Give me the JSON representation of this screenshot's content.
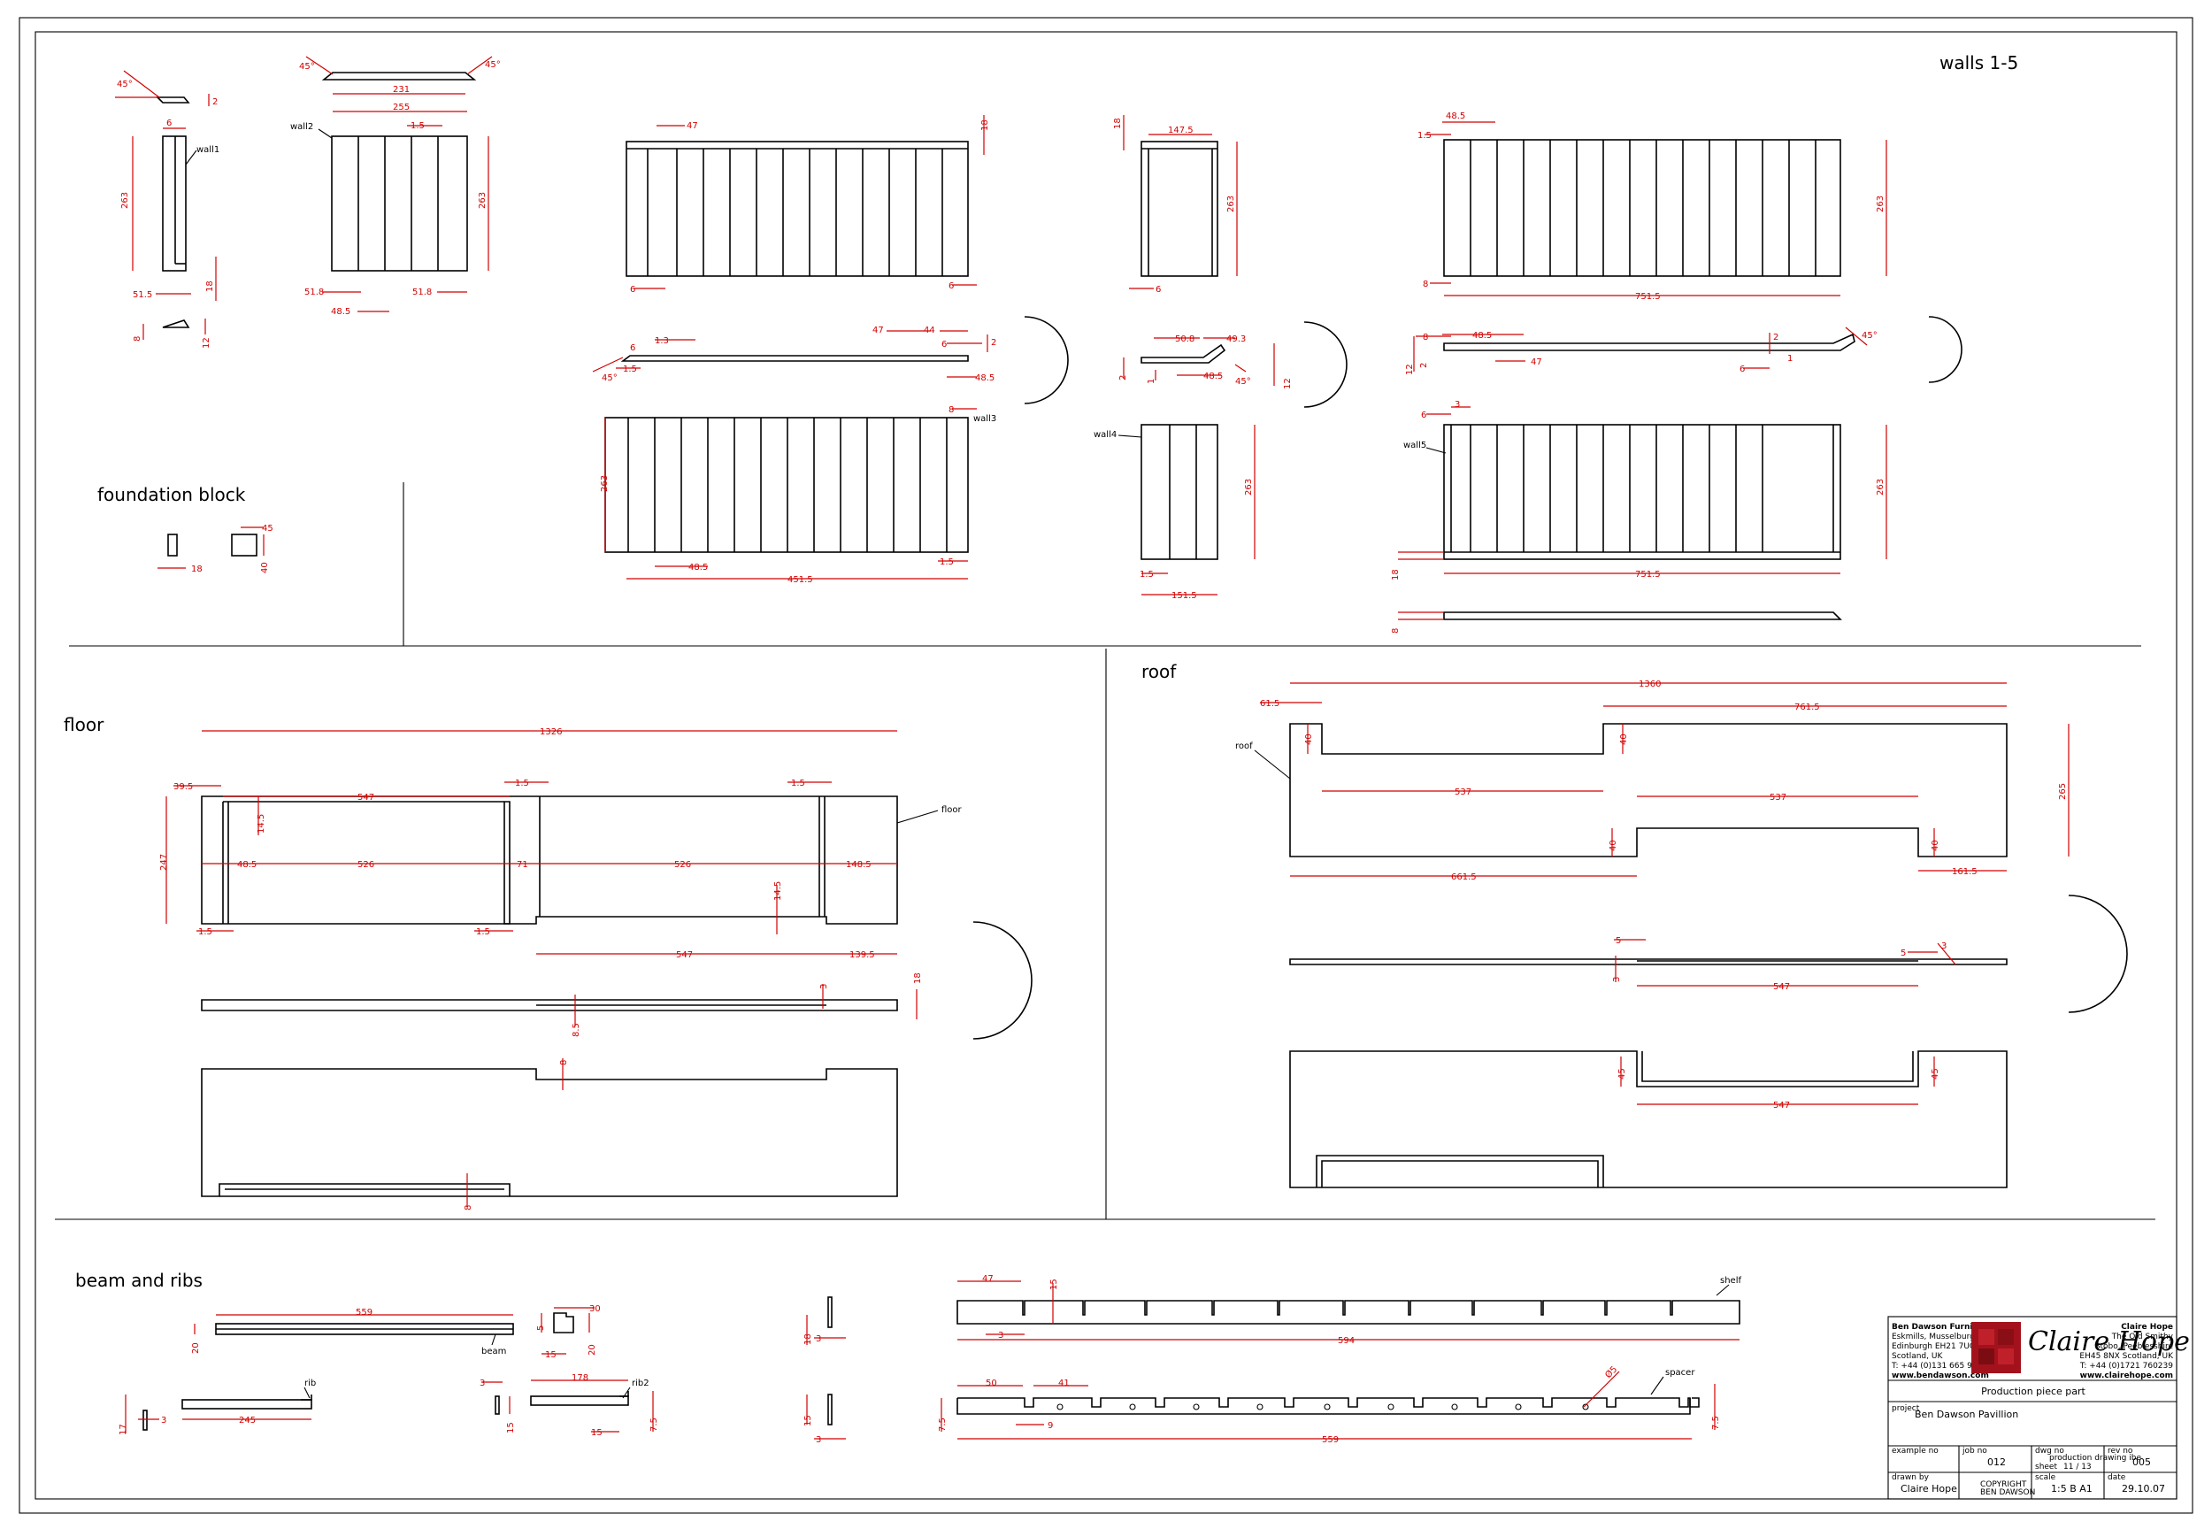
{
  "sections": {
    "walls": "walls 1-5",
    "foundation": "foundation block",
    "floor": "floor",
    "roof": "roof",
    "beam": "beam and ribs"
  },
  "part_labels": {
    "wall1": "wall1",
    "wall2": "wall2",
    "wall3": "wall3",
    "wall4": "wall4",
    "wall5": "wall5",
    "floor": "floor",
    "roof": "roof",
    "beam": "beam",
    "rib": "rib",
    "rib2": "rib2",
    "shelf": "shelf",
    "spacer": "spacer"
  },
  "dimensions": {
    "w1_263": "263",
    "w1_6": "6",
    "w1_515": "51.5",
    "w1_18": "18",
    "w1_8": "8",
    "w1_12": "12",
    "w1_45": "45°",
    "w1_2": "2",
    "w2_231": "231",
    "w2_255": "255",
    "w2_15": "1.5",
    "w2_263": "263",
    "w2_518a": "51.8",
    "w2_485": "48.5",
    "w2_518b": "51.8",
    "w2_45a": "45°",
    "w2_45b": "45°",
    "w3_47": "47",
    "w3_18": "18",
    "w3_6a": "6",
    "w3_6b": "6",
    "w3_1_3": "1.3",
    "w3_15a": "1.5",
    "w3_47b": "47",
    "w3_44": "44",
    "w3_485a": "48.5",
    "w3_6c": "6",
    "w3_2": "2",
    "w3_45": "45°",
    "w3_8": "8",
    "w3_263": "263",
    "w3_485b": "48.5",
    "w3_15b": "1.5",
    "w3_4515": "451.5",
    "w4_1475": "147.5",
    "w4_18": "18",
    "w4_263": "263",
    "w4_6": "6",
    "w4_508": "50.8",
    "w4_493": "49.3",
    "w4_485": "48.5",
    "w4_2": "2",
    "w4_1": "1",
    "w4_12": "12",
    "w4_45": "45°",
    "w4_263b": "263",
    "w4_15": "1.5",
    "w4_1515": "151.5",
    "w5_485a": "48.5",
    "w5_15": "1.5",
    "w5_263": "263",
    "w5_8": "8",
    "w5_7515a": "751.5",
    "w5_8b": "8",
    "w5_485b": "48.5",
    "w5_12": "12",
    "w5_2": "2",
    "w5_47": "47",
    "w5_6": "6",
    "w5_1": "1",
    "w5_45": "45°",
    "w5_3": "3",
    "w5_6b": "6",
    "w5_263b": "263",
    "w5_18": "18",
    "w5_7515b": "751.5",
    "w5_8c": "8",
    "fb_45": "45",
    "fb_40": "40",
    "fb_18": "18",
    "fl_1326": "1326",
    "fl_395": "39.5",
    "fl_15a": "1.5",
    "fl_15b": "1.5",
    "fl_547a": "547",
    "fl_145a": "14.5",
    "fl_247": "247",
    "fl_485": "48.5",
    "fl_526a": "526",
    "fl_71": "71",
    "fl_526b": "526",
    "fl_1485": "148.5",
    "fl_145b": "14.5",
    "fl_15c": "1.5",
    "fl_15d": "1.5",
    "fl_547b": "547",
    "fl_1395": "139.5",
    "fl_3": "3",
    "fl_85": "8.5",
    "fl_18": "18",
    "fl_8a": "8",
    "fl_8b": "8",
    "rf_1360": "1360",
    "rf_7615": "761.5",
    "rf_615": "61.5",
    "rf_40a": "40",
    "rf_40b": "40",
    "rf_537a": "537",
    "rf_537b": "537",
    "rf_265": "265",
    "rf_40c": "40",
    "rf_40d": "40",
    "rf_6615": "661.5",
    "rf_1615": "161.5",
    "rf_5a": "5",
    "rf_5b": "5",
    "rf_3a": "3",
    "rf_3b": "3",
    "rf_547a": "547",
    "rf_45a": "45",
    "rf_45b": "45",
    "rf_547b": "547",
    "bm_559": "559",
    "bm_20": "20",
    "bm_17": "17",
    "bm_3": "3",
    "bm_245": "245",
    "bm_30": "30",
    "bm_5": "5",
    "bm_20b": "20",
    "bm_15a": "15",
    "bm_3b": "3",
    "bm_15b": "15",
    "bm_178": "178",
    "bm_75": "7.5",
    "bm_15c": "15",
    "sh_18": "18",
    "sh_3": "3",
    "sh_15": "15",
    "sh_3b": "3",
    "sh_47": "47",
    "sh_15b": "15",
    "sh_3c": "3",
    "sh_594": "594",
    "sp_50": "50",
    "sp_41": "41",
    "sp_9": "9",
    "sp_559": "559",
    "sp_75a": "7.5",
    "sp_75b": "7.5",
    "sp_d": "Ø5"
  },
  "title_block": {
    "left_company": "Ben Dawson Furniture",
    "left_addr1": "Eskmills, Musselburgh",
    "left_addr2": "Edinburgh EH21 7UQ",
    "left_addr3": "Scotland, UK",
    "left_phone": "T: +44 (0)131 665 9986",
    "left_web": "www.bendawson.com",
    "logo_text": "Claire Hope",
    "right_name": "Claire Hope",
    "right_addr1": "The Old Smithy",
    "right_addr2": "Stobo, Peeblesshire",
    "right_addr3": "EH45 8NX Scotland, UK",
    "right_phone": "T: +44 (0)1721 760239",
    "right_web": "www.clairehope.com",
    "title": "Production piece part",
    "project_label": "project",
    "project": "Ben Dawson Pavillion",
    "client_label": "example no",
    "job_label": "job no",
    "job_no": "012",
    "dwg_label": "dwg no",
    "dwg_desc": "production drawing ibe",
    "sheet_label": "sheet",
    "sheet": "11  /  13",
    "rev_label": "rev no",
    "rev": "005",
    "drawn_label": "drawn by",
    "drawn": "Claire Hope",
    "copyright1": "COPYRIGHT",
    "copyright2": "BEN DAWSON",
    "scale_label": "scale",
    "scale": "1:5 B A1",
    "date_label": "date",
    "date": "29.10.07"
  }
}
